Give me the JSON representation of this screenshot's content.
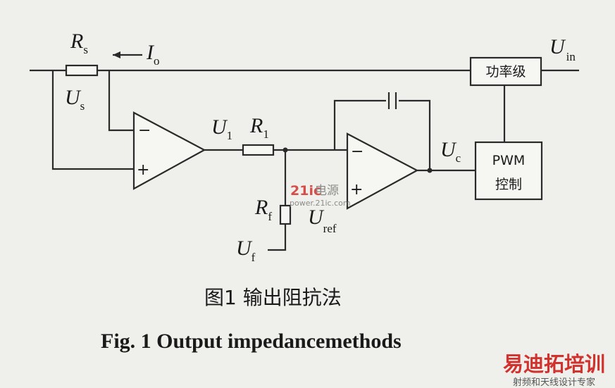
{
  "labels": {
    "Rs": {
      "main": "R",
      "sub": "s"
    },
    "Io": {
      "main": "I",
      "sub": "o"
    },
    "Us": {
      "main": "U",
      "sub": "s"
    },
    "Uin": {
      "main": "U",
      "sub": "in"
    },
    "U1": {
      "main": "U",
      "sub": "1"
    },
    "R1": {
      "main": "R",
      "sub": "1"
    },
    "Uc": {
      "main": "U",
      "sub": "c"
    },
    "Rf": {
      "main": "R",
      "sub": "f"
    },
    "Uref": {
      "main": "U",
      "sub": "ref"
    },
    "Uf": {
      "main": "U",
      "sub": "f"
    }
  },
  "blocks": {
    "power_stage": "功率级",
    "pwm_line1": "PWM",
    "pwm_line2": "控制"
  },
  "opamp_signs": {
    "minus": "−",
    "plus": "+"
  },
  "watermark": {
    "brand_a": "21ic",
    "brand_b": "电源",
    "url": "power.21ic.com",
    "corner_title": "易迪拓培训",
    "corner_sub": "射频和天线设计专家",
    "colors": {
      "red": "#d2322d",
      "gray": "#7a7a7a"
    }
  },
  "caption": {
    "cn": "图1   输出阻抗法",
    "en": "Fig. 1   Output impedancemethods"
  }
}
